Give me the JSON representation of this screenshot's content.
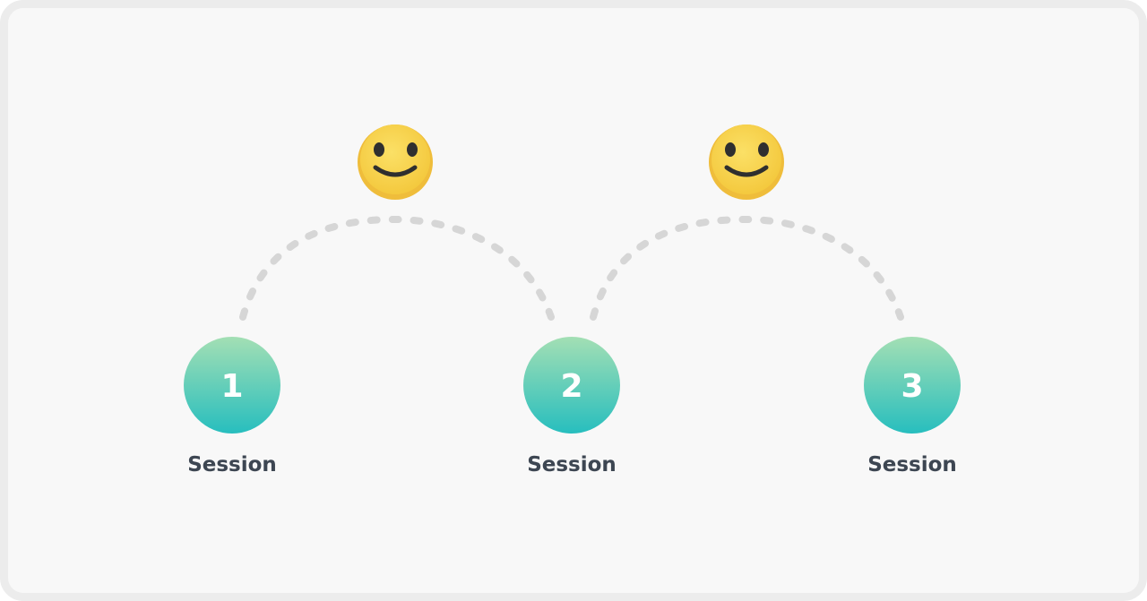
{
  "diagram": {
    "colors": {
      "background": "#f8f8f8",
      "frame_border": "#ececec",
      "node_gradient_top": "#a3dfb4",
      "node_gradient_bottom": "#27bebe",
      "node_number": "#ffffff",
      "label": "#3d4652",
      "connector": "#d6d6d6",
      "smiley_face": "#f8d54c",
      "smiley_rim": "#efbd3b",
      "smiley_features": "#2f2f2f"
    },
    "nodes": [
      {
        "number": "1",
        "label": "Session"
      },
      {
        "number": "2",
        "label": "Session"
      },
      {
        "number": "3",
        "label": "Session"
      }
    ],
    "connectors": [
      {
        "from": "1",
        "to": "2",
        "style": "dashed-arc",
        "icon": "smiley-face-icon"
      },
      {
        "from": "2",
        "to": "3",
        "style": "dashed-arc",
        "icon": "smiley-face-icon"
      }
    ]
  }
}
